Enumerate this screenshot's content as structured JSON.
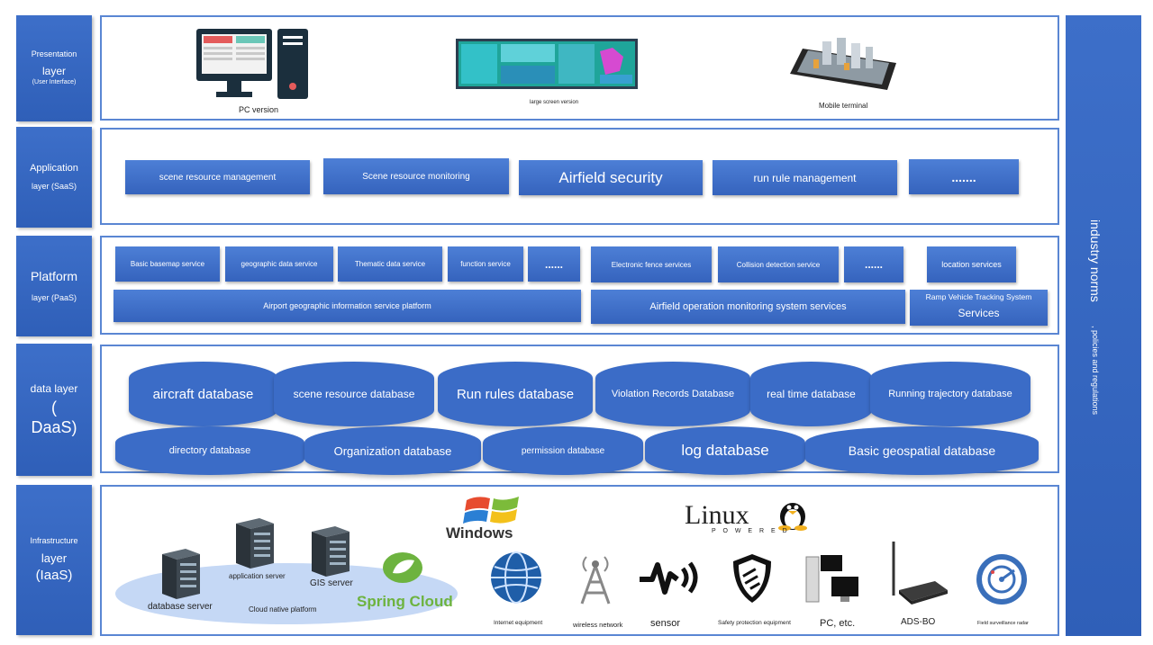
{
  "layers": [
    {
      "line1": "Presentation",
      "line2": "layer",
      "line3": "(User Interface)"
    },
    {
      "line1": "Application",
      "line2": "layer (SaaS)"
    },
    {
      "line1": "Platform",
      "line2": "layer (PaaS)"
    },
    {
      "line1": "data layer",
      "line2": "(",
      "line3": "DaaS)"
    },
    {
      "line1": "Infrastructure",
      "line2": "layer",
      "line3": "(IaaS)"
    }
  ],
  "presentation": {
    "pc": "PC version",
    "large": "large screen version",
    "mobile": "Mobile terminal"
  },
  "application": {
    "items": [
      "scene resource management",
      "Scene resource monitoring",
      "Airfield security",
      "run rule management",
      "......."
    ]
  },
  "platform": {
    "gis_services": [
      "Basic basemap service",
      "geographic data service",
      "Thematic data service",
      "function service",
      "......"
    ],
    "gis_platform": "Airport geographic information service platform",
    "monitor_services": [
      "Electronic fence services",
      "Collision detection service",
      "......"
    ],
    "monitor_platform": "Airfield operation monitoring system services",
    "location": "location services",
    "ramp_line1": "Ramp Vehicle Tracking System",
    "ramp_line2": "Services"
  },
  "data": {
    "row1": [
      "aircraft database",
      "scene resource database",
      "Run rules database",
      "Violation Records Database",
      "real time database",
      "Running trajectory database"
    ],
    "row2": [
      "directory database",
      "Organization database",
      "permission database",
      "log database",
      "Basic geospatial database"
    ]
  },
  "infra": {
    "db_server": "database server",
    "app_server": "application server",
    "gis_server": "GIS server",
    "cloud": "Cloud native platform",
    "spring": "Spring Cloud",
    "windows": "Windows",
    "linux_main": "Linux",
    "linux_sub": "P O W E R E D",
    "devices": [
      "Internet equipment",
      "wireless network",
      "sensor",
      "Safety protection equipment",
      "PC, etc.",
      "ADS-BO",
      "Field surveillance radar"
    ]
  },
  "norms": {
    "title": "industry norms",
    "sub": ", policies and regulations"
  }
}
